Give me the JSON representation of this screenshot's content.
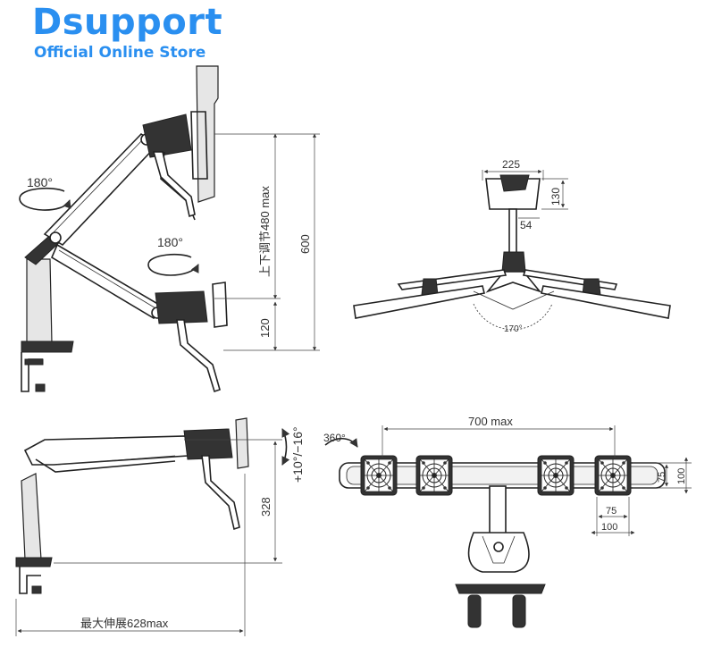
{
  "brand": {
    "title": "Dsupport",
    "subtitle": "Official Online Store",
    "color": "#2a8ff0"
  },
  "side_view": {
    "rotation_upper": "180°",
    "rotation_lower": "180°",
    "height_adjust": "上下调节480 max",
    "total_height": "600",
    "bottom_height": "120"
  },
  "top_view": {
    "mount_width": "225",
    "mount_height": "130",
    "pole_width": "54",
    "spread_angle": "170°"
  },
  "extension_view": {
    "tilt": "+10°/−16°",
    "pole_height": "328",
    "max_reach": "最大伸展628max"
  },
  "front_view": {
    "swivel": "360°",
    "max_width": "700  max",
    "vesa_75_v": "75",
    "vesa_100_v": "100",
    "vesa_75_h": "75",
    "vesa_100_h": "100"
  }
}
